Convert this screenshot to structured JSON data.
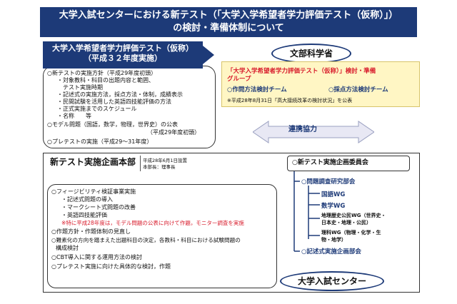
{
  "title": {
    "line1": "大学入試センターにおける新テスト（「大学入学希望者学力評価テスト（仮称）」）",
    "line2": "の検討・準備体制について"
  },
  "test_box": {
    "line1": "大学入学希望者学力評価テスト（仮称）",
    "line2": "（平成３２年度実施）"
  },
  "policy": {
    "items": [
      "○新テストの実施方針（平成29年度初頭）",
      "・対象教科・科目の出題内容と範囲、",
      "テスト実施時期",
      "・記述式の実施方法，採点方法・体制，成績表示",
      "・民間試験を活用した英語四技能評価の方法",
      "・正式実施までのスケジュール",
      "・名称　　等",
      "○モデル問題（国語，数学，物理，世界史）の公表",
      "（平成29年度初頭）",
      "○プレテストの実施（平成29～31年度）"
    ]
  },
  "mext": {
    "label": "文部科学省"
  },
  "yellow": {
    "title1": "「大学入学希望者学力評価テスト（仮称）」検討・準備",
    "title2": "グループ",
    "team1": "○作問方法検討チーム",
    "team2": "○採点方法検討チーム",
    "note": "※平成28年8月31日「高大接続改革の検討状況」を公表"
  },
  "coop": {
    "label": "連携協力"
  },
  "hq": {
    "title": "新テスト実施企画本部",
    "note1": "平成28年6月1日設置",
    "note2": "本部長：理事長"
  },
  "left_list": {
    "items": [
      "○フィージビリティ検証事業実施",
      "・記述式問題の導入",
      "・マークシート式問題の改善",
      "・英語四技能評価",
      "※特に平成28年度は，モデル問題の公表に向けて作題，モニター調査を実施",
      "○作題方針・作題体制の見直し",
      "○難素化の方向を踏まえた出題科目の決定，各教科・科目における試験問題の",
      "構成検討",
      "○CBT導入に関する運用方法の検討",
      "○プレテスト実施に向けた具体的な検討，作題"
    ]
  },
  "committee": {
    "title": "○新テスト実施企画委員会",
    "research": "○問題調査研究部会",
    "japanese": "国語WG",
    "math": "数学WG",
    "geo1": "地理歴史公民WG（世界史・",
    "geo2": "日本史・地理・公民）",
    "sci1": "理科WG（物理・化学・生",
    "sci2": "物・地学）",
    "writing": "○記述式実施企画部会"
  },
  "center": {
    "label": "大学入試センター"
  },
  "colors": {
    "navy": "#1d3a78",
    "yellow": "#fff6c4",
    "red": "#d81b2b",
    "coop_fill": "#e8e8f4"
  }
}
